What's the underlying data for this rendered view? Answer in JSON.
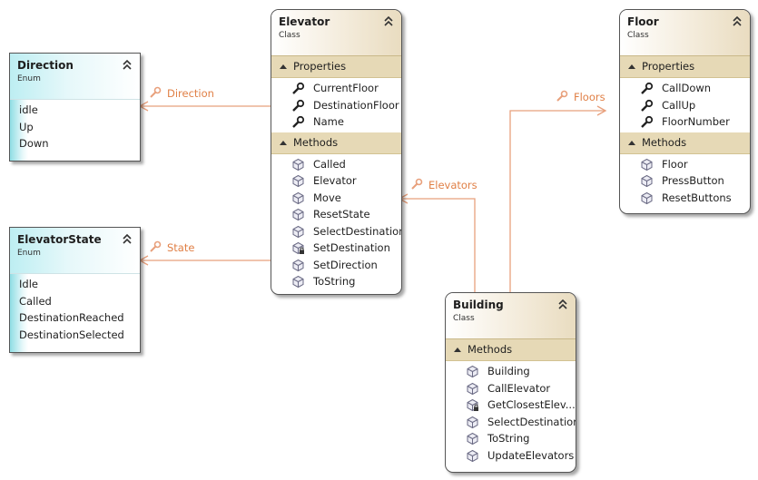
{
  "colors": {
    "connector": "#e8a07c",
    "connector_label": "#e07f45",
    "class_header": "#efe3c8",
    "section_bar": "#e6d9b6",
    "enum_header": "#c9f0f3"
  },
  "elevator": {
    "name": "Elevator",
    "stereotype": "Class",
    "sections": {
      "properties": "Properties",
      "methods": "Methods"
    },
    "properties": [
      "CurrentFloor",
      "DestinationFloor",
      "Name"
    ],
    "methods": [
      "Called",
      "Elevator",
      "Move",
      "ResetState",
      "SelectDestination",
      "SetDestination",
      "SetDirection",
      "ToString"
    ],
    "private_methods": [
      "SetDestination"
    ]
  },
  "floor": {
    "name": "Floor",
    "stereotype": "Class",
    "sections": {
      "properties": "Properties",
      "methods": "Methods"
    },
    "properties": [
      "CallDown",
      "CallUp",
      "FloorNumber"
    ],
    "methods": [
      "Floor",
      "PressButton",
      "ResetButtons"
    ]
  },
  "building": {
    "name": "Building",
    "stereotype": "Class",
    "sections": {
      "methods": "Methods"
    },
    "methods": [
      "Building",
      "CallElevator",
      "GetClosestElev...",
      "SelectDestination",
      "ToString",
      "UpdateElevators"
    ],
    "private_methods": [
      "GetClosestElev..."
    ]
  },
  "direction": {
    "name": "Direction",
    "stereotype": "Enum",
    "values": [
      "idle",
      "Up",
      "Down"
    ]
  },
  "elevator_state": {
    "name": "ElevatorState",
    "stereotype": "Enum",
    "values": [
      "Idle",
      "Called",
      "DestinationReached",
      "DestinationSelected"
    ]
  },
  "associations": {
    "direction": "Direction",
    "state": "State",
    "elevators": "Elevators",
    "floors": "Floors"
  }
}
